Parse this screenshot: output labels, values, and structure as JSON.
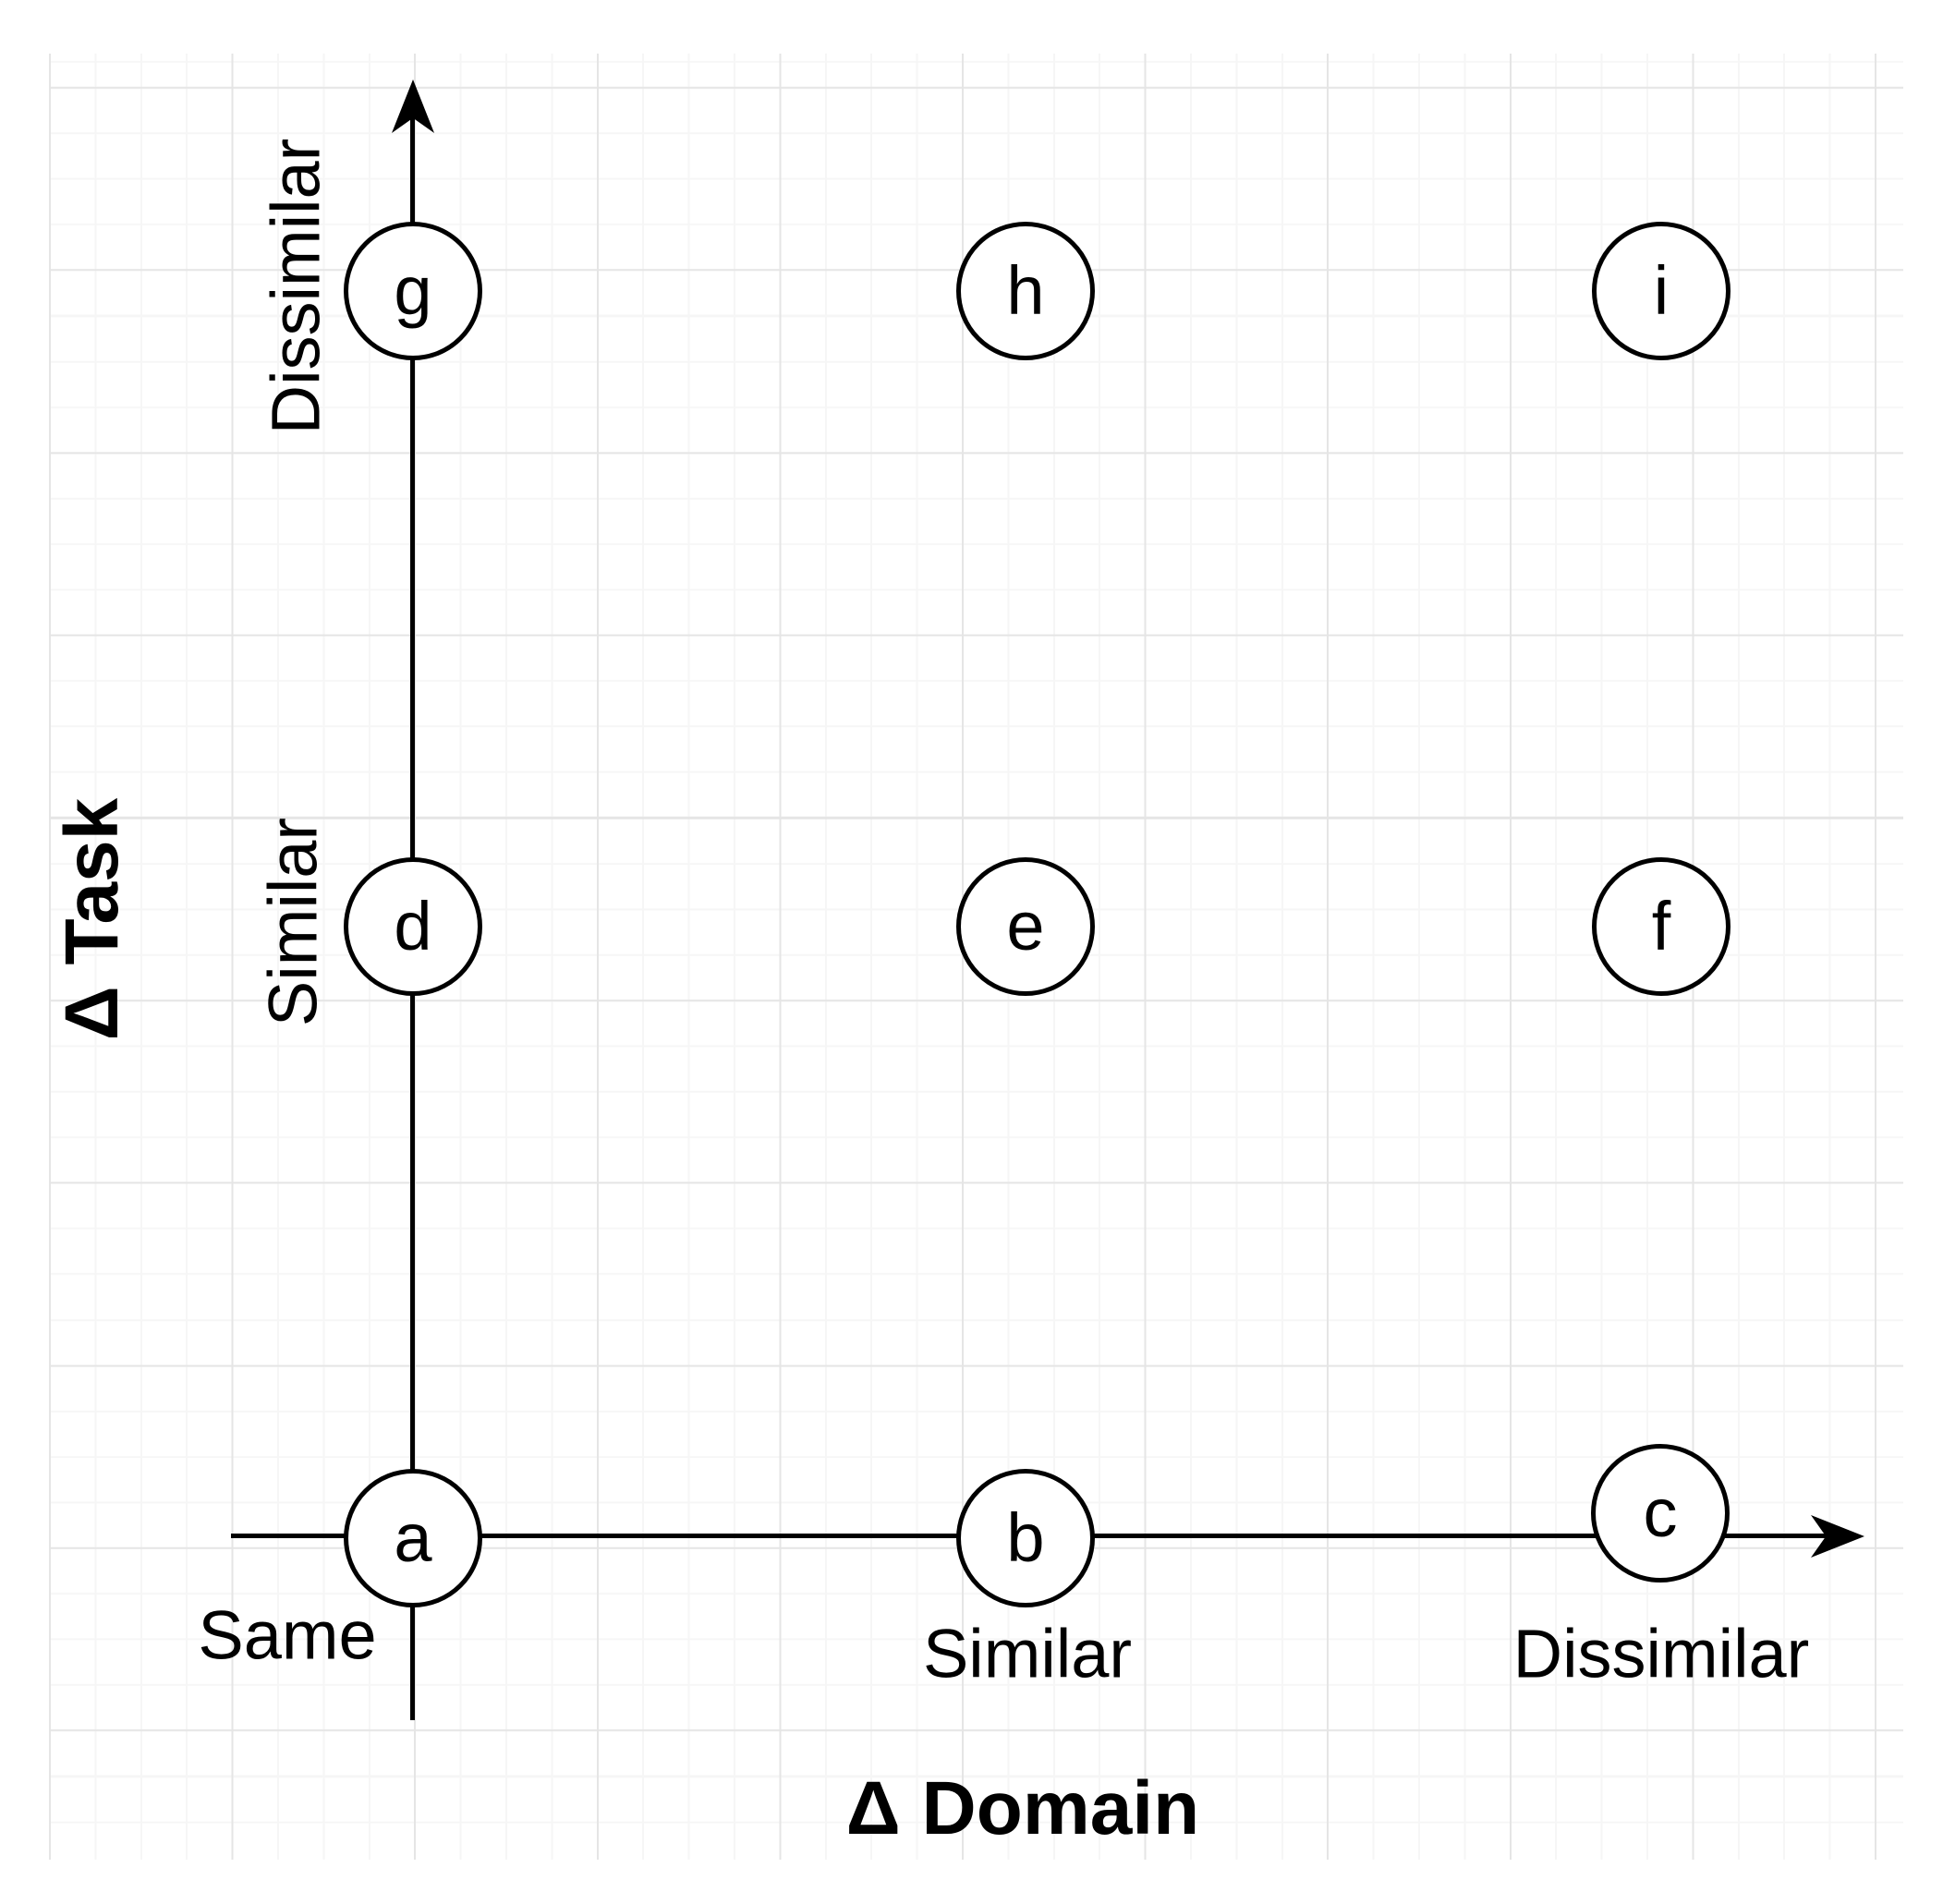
{
  "diagram": {
    "type": "2d-quadrant-diagram",
    "background": "#ffffff",
    "colors": {
      "stroke": "#000000",
      "node_fill": "#ffffff",
      "grid_major": "#e5e5e5",
      "grid_minor": "#f6f6f6"
    },
    "x_axis": {
      "title": "Δ Domain",
      "tick_same": "Same",
      "tick_similar": "Similar",
      "tick_dissimilar": "Dissimilar"
    },
    "y_axis": {
      "title": "Δ Task",
      "tick_similar": "Similar",
      "tick_dissimilar": "Dissimilar"
    },
    "nodes": [
      {
        "label": "a",
        "domain": "Same",
        "task": "Same"
      },
      {
        "label": "b",
        "domain": "Similar",
        "task": "Same"
      },
      {
        "label": "c",
        "domain": "Dissimilar",
        "task": "Same"
      },
      {
        "label": "d",
        "domain": "Same",
        "task": "Similar"
      },
      {
        "label": "e",
        "domain": "Similar",
        "task": "Similar"
      },
      {
        "label": "f",
        "domain": "Dissimilar",
        "task": "Similar"
      },
      {
        "label": "g",
        "domain": "Same",
        "task": "Dissimilar"
      },
      {
        "label": "h",
        "domain": "Similar",
        "task": "Dissimilar"
      },
      {
        "label": "i",
        "domain": "Dissimilar",
        "task": "Dissimilar"
      }
    ]
  }
}
